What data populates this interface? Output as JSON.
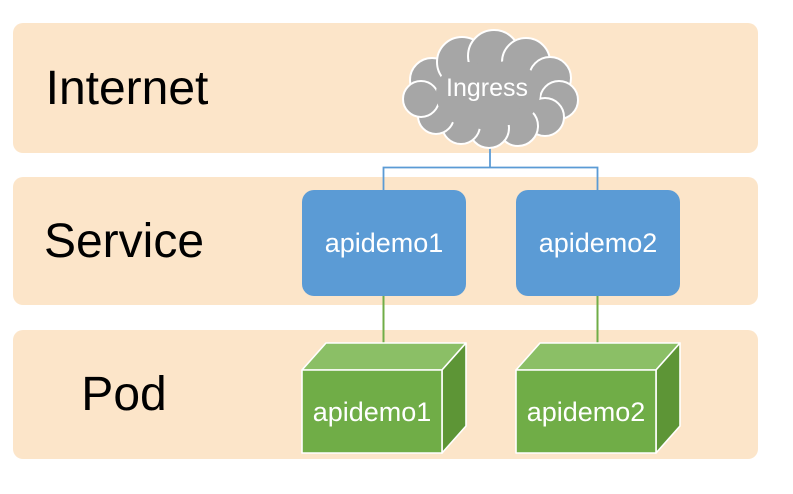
{
  "diagram": {
    "layers": [
      {
        "label": "Internet"
      },
      {
        "label": "Service"
      },
      {
        "label": "Pod"
      }
    ],
    "ingress": {
      "label": "Ingress"
    },
    "services": [
      {
        "label": "apidemo1"
      },
      {
        "label": "apidemo2"
      }
    ],
    "pods": [
      {
        "label": "apidemo1"
      },
      {
        "label": "apidemo2"
      }
    ],
    "colors": {
      "background": "#ffffff",
      "band_fill": "#fce5c9",
      "layer_label_text": "#000000",
      "cloud_fill": "#a6a6a6",
      "cloud_outline": "#ffffff",
      "service_box_fill": "#5b9bd5",
      "node_text": "#ffffff",
      "connector_service": "#5b9bd5",
      "connector_pod": "#70ad47",
      "pod_front_fill": "#70ad47",
      "pod_top_fill": "#8bbf66",
      "pod_side_fill": "#5d9536",
      "pod_edge": "#ffffff"
    }
  }
}
